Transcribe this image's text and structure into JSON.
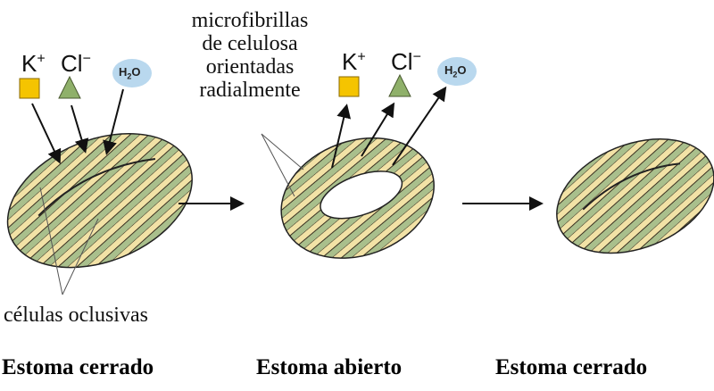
{
  "annotations": {
    "microfibrils": [
      "microfibrillas",
      "de celulosa",
      "orientadas",
      "radialmente"
    ],
    "guard_cells": "células oclusivas"
  },
  "ions": {
    "potassium": {
      "symbol": "K",
      "charge": "+"
    },
    "chloride": {
      "symbol": "Cl",
      "charge": "−"
    },
    "water": {
      "base": "H",
      "sub": "2",
      "tail": "O"
    }
  },
  "captions": [
    "Estoma cerrado",
    "Estoma abierto",
    "Estoma cerrado"
  ],
  "colors": {
    "cell_green": "#a9bf8c",
    "fibril_yellow": "#f2e2a6",
    "potassium": "#f5c400",
    "chloride": "#8fb06a",
    "water": "#b9d8ee"
  }
}
